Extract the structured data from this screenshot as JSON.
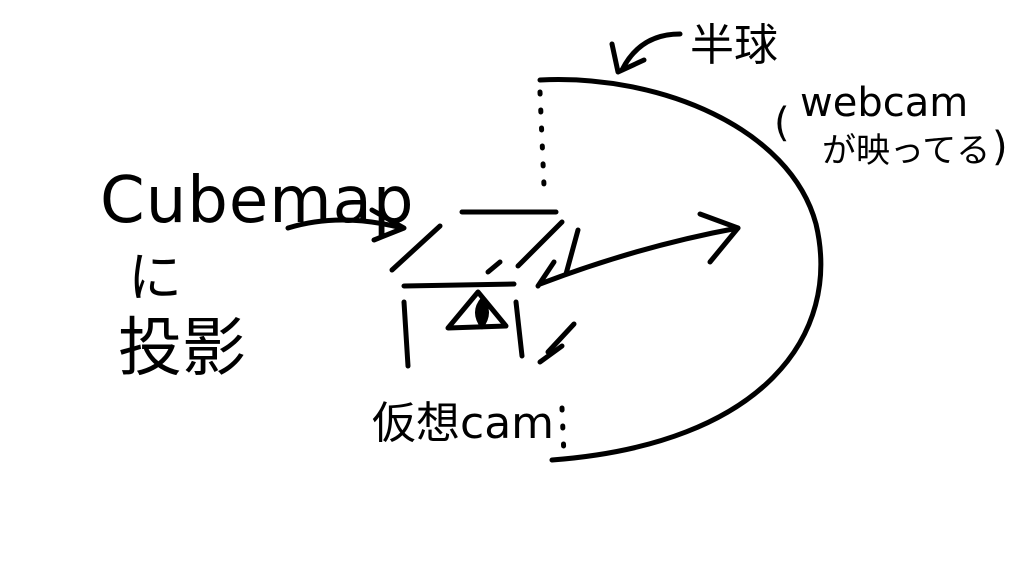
{
  "diagram": {
    "labels": {
      "cubemap": "Cubemap",
      "ni": "に",
      "projection": "投影",
      "hemisphere": "半球",
      "webcam_open_paren": "(",
      "webcam": "webcam",
      "webcam_note": "が映ってる",
      "webcam_close_paren": ")",
      "virtual_cam": "仮想cam"
    },
    "ink_color": "#000000",
    "background_color": "#ffffff",
    "icons": {
      "eye": "eye-icon",
      "cube": "wireframe-cube",
      "hemisphere": "hemisphere-arc",
      "arrows": "arrow"
    }
  }
}
